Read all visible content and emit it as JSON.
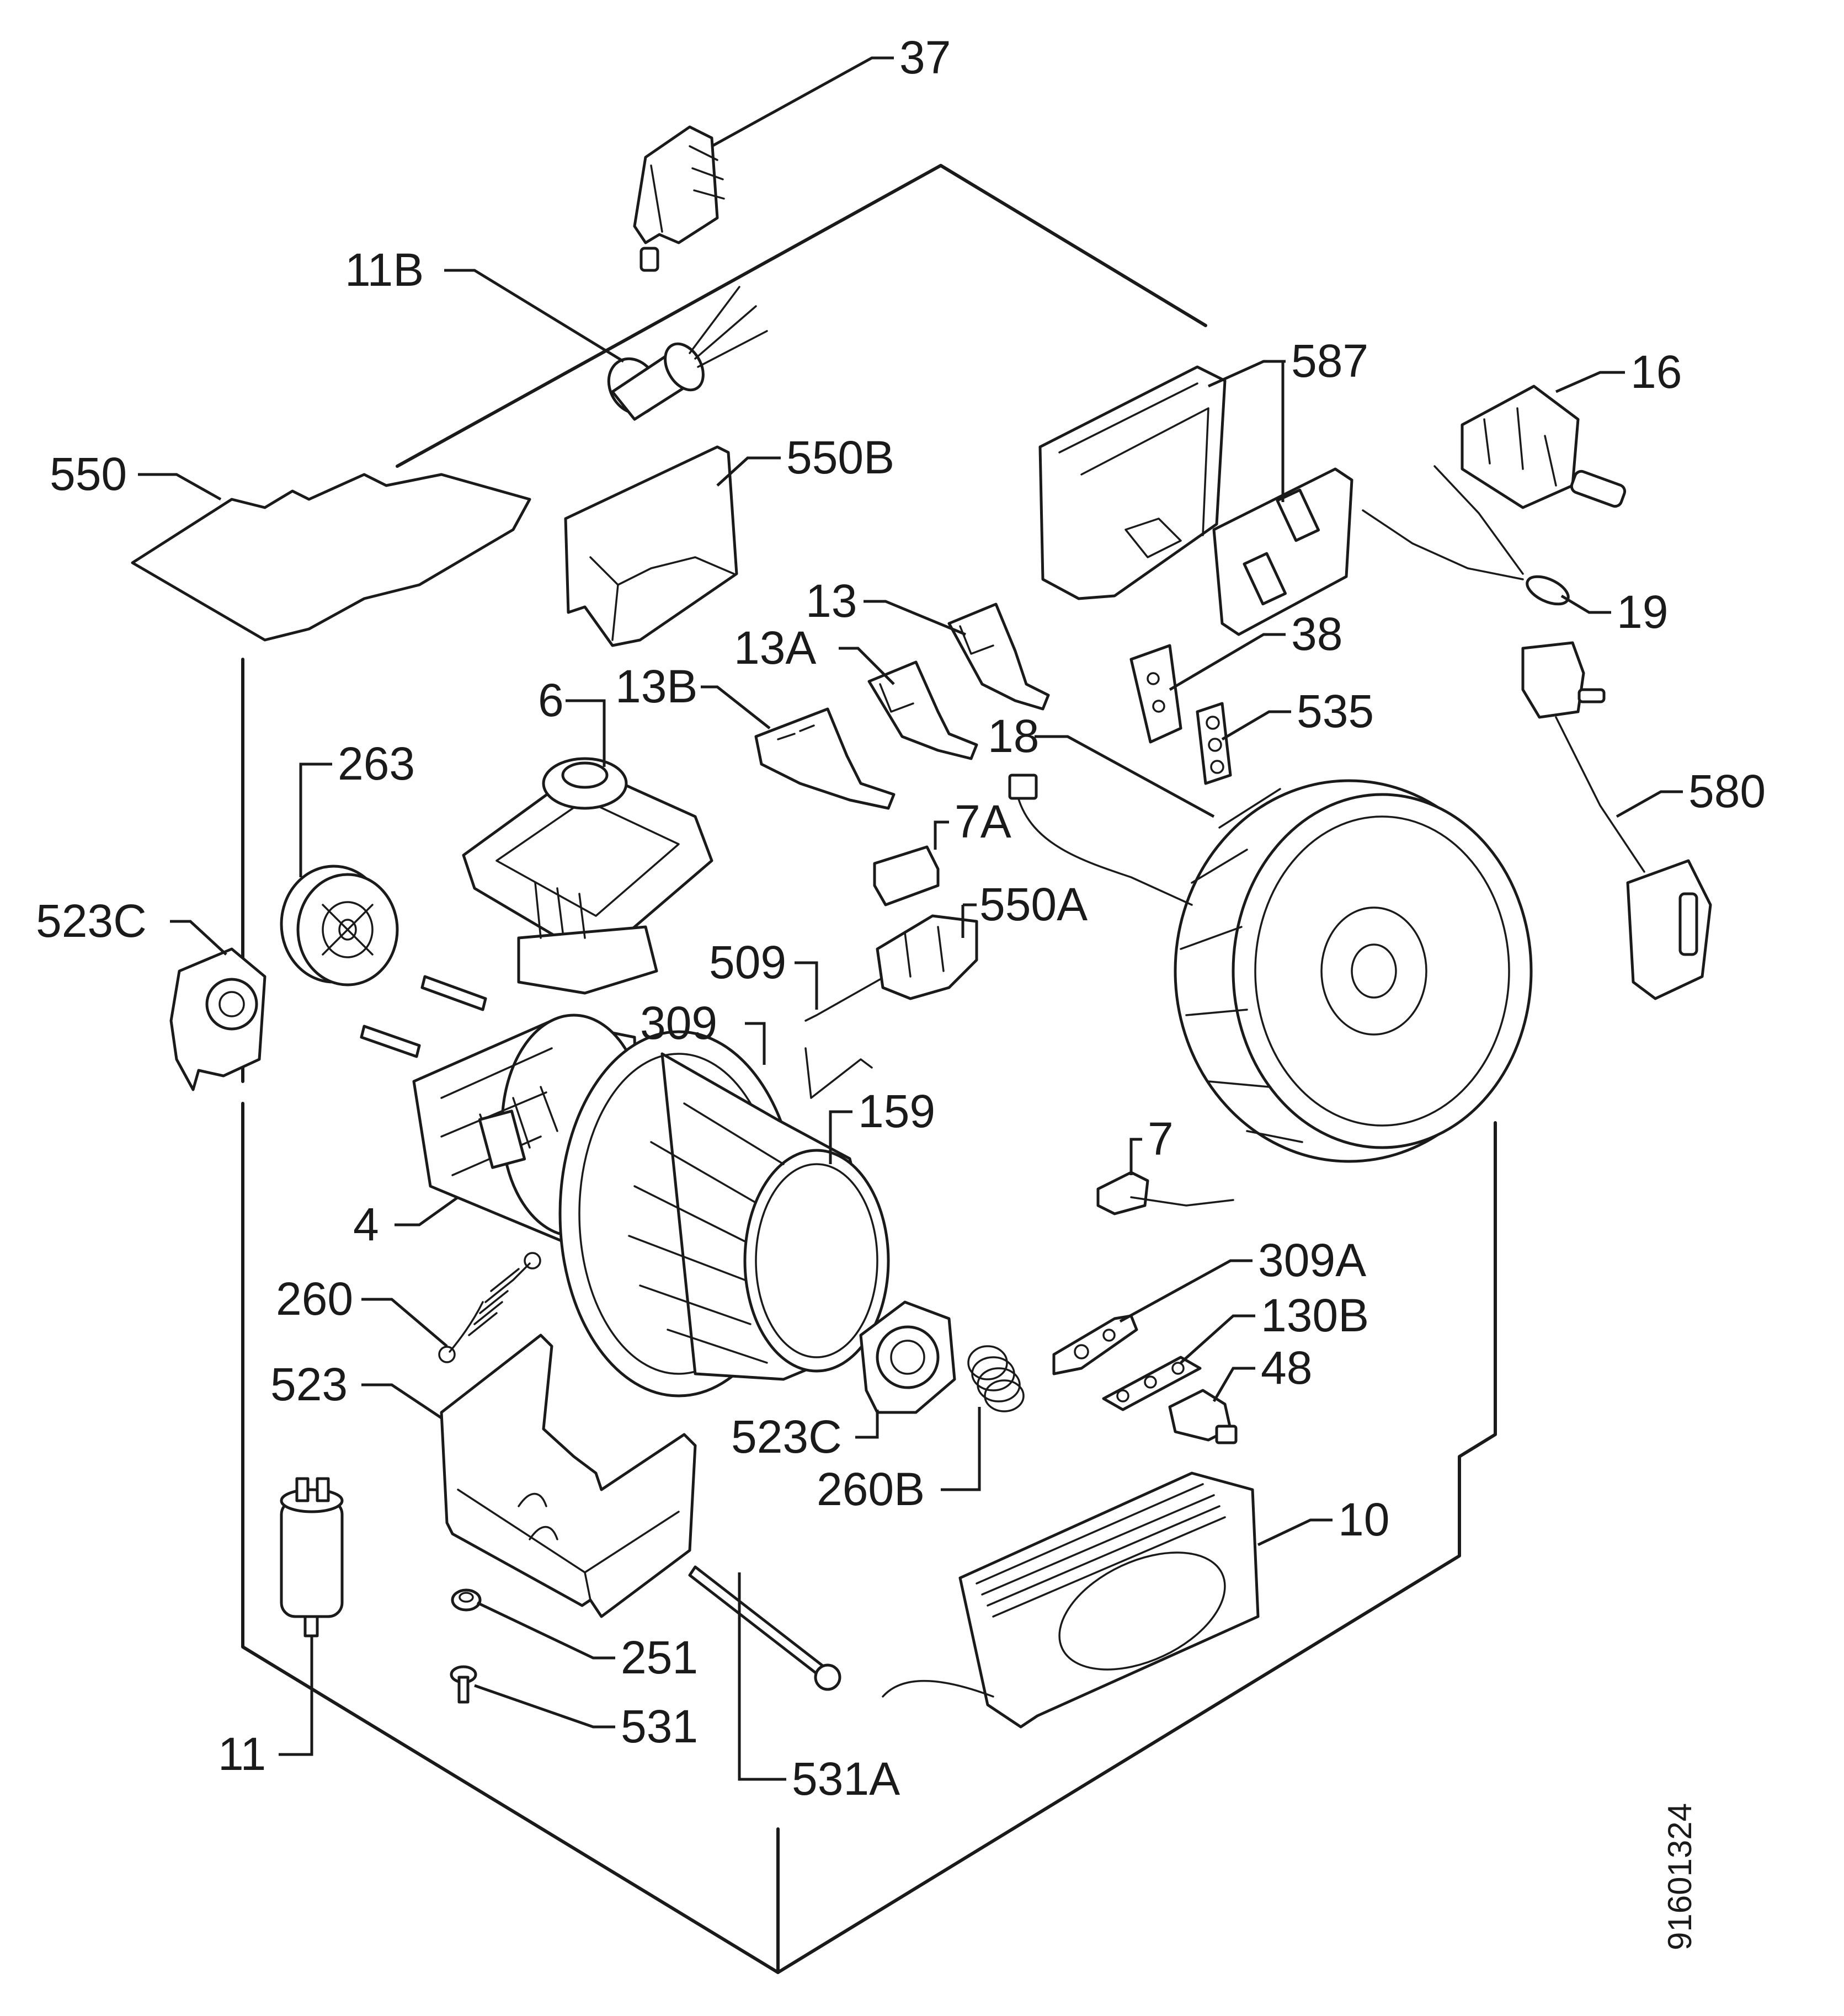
{
  "drawing_number": "91601324",
  "part_labels": {
    "p37": "37",
    "p11b": "11B",
    "p550": "550",
    "p550b": "550B",
    "p587": "587",
    "p16": "16",
    "p19": "19",
    "p13": "13",
    "p13a": "13A",
    "p13b": "13B",
    "p38": "38",
    "p6": "6",
    "p535": "535",
    "p18": "18",
    "p263": "263",
    "p580": "580",
    "p7a": "7A",
    "p550a": "550A",
    "p523c_top": "523C",
    "p509": "509",
    "p309": "309",
    "p159": "159",
    "p7": "7",
    "p4": "4",
    "p309a": "309A",
    "p260": "260",
    "p130b": "130B",
    "p48": "48",
    "p523": "523",
    "p523c_bottom": "523C",
    "p260b": "260B",
    "p10": "10",
    "p251": "251",
    "p531": "531",
    "p11": "11",
    "p531a": "531A"
  }
}
